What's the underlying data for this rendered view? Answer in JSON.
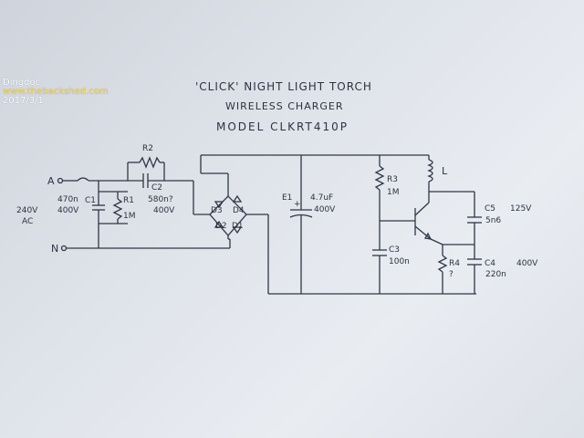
{
  "watermark": {
    "user": "Dingdoc",
    "site": "www.thebackshed.com",
    "date": "2017/3/1"
  },
  "title": {
    "line1": "'CLICK' NIGHT LIGHT TORCH",
    "line2": "WIRELESS CHARGER",
    "line3": "MODEL  CLKRT410P"
  },
  "terminals": {
    "a": "A",
    "n": "N",
    "supply": "240V",
    "supply_ac": "AC"
  },
  "components": {
    "c1_name": "C1",
    "c1_value1": "470n",
    "c1_value2": "400V",
    "r1_name": "R1",
    "r1_value": "1M",
    "r2_name": "R2",
    "c2_name": "C2",
    "c2_value1": "580n?",
    "c2_value2": "400V",
    "d1": "D1",
    "d2": "D2",
    "d3": "D3",
    "d4": "D4",
    "e1_name": "E1",
    "e1_value1": "4.7uF",
    "e1_value2": "400V",
    "r3_name": "R3",
    "r3_value": "1M",
    "c3_name": "C3",
    "c3_value": "100n",
    "l_name": "L",
    "c5_name": "C5",
    "c5_value1": "125V",
    "c5_value2": "5n6",
    "r4_name": "R4",
    "r4_value": "?",
    "c4_name": "C4",
    "c4_value1": "400V",
    "c4_value2": "220n"
  }
}
